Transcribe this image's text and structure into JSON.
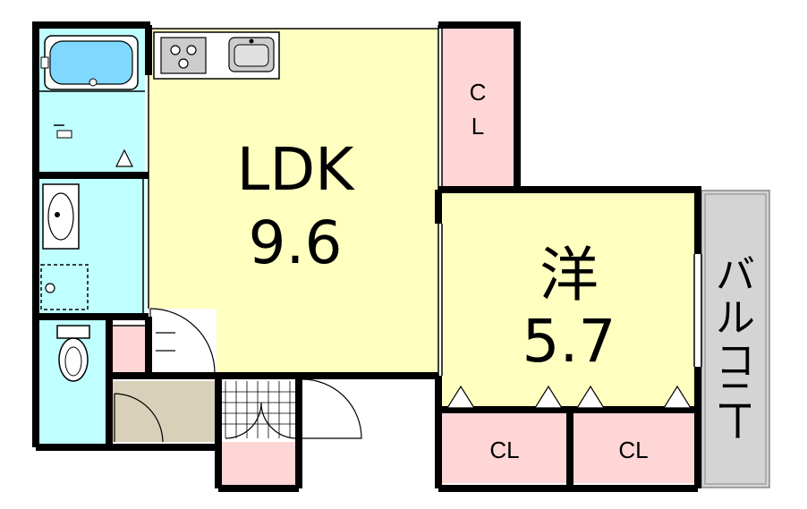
{
  "rooms": {
    "ldk": {
      "name": "LDK",
      "size": "9.6"
    },
    "western": {
      "name": "洋",
      "size": "5.7"
    },
    "closet_top": {
      "line1": "C",
      "line2": "L"
    },
    "closet_bottom_left": {
      "label": "CL"
    },
    "closet_bottom_right": {
      "label": "CL"
    },
    "balcony": {
      "chars": [
        "バ",
        "ル",
        "コ",
        "ニ",
        "ー"
      ]
    }
  },
  "colors": {
    "living": "#ffffc0",
    "water": "#c0ffff",
    "closet": "#ffd6d6",
    "entrance": "#d8d0b8",
    "balcony": "#d4d4d4",
    "wall": "#000000"
  }
}
